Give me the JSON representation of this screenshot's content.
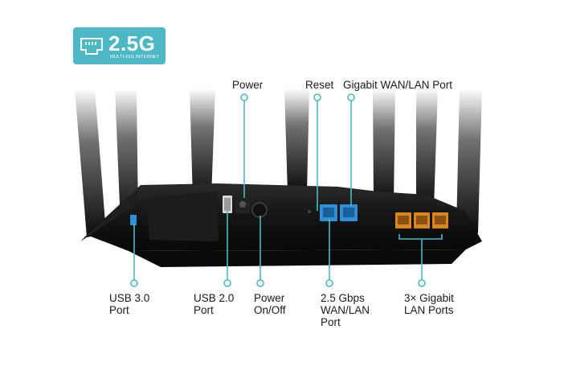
{
  "badge": {
    "title": "2.5G",
    "subtitle": "MULTI-GIG INTERNET",
    "icon": "ethernet-port-icon",
    "color": "#4cb8c6"
  },
  "top_labels": {
    "power": "Power",
    "reset": "Reset",
    "gigabit_wan_lan": "Gigabit WAN/LAN Port"
  },
  "bottom_labels": {
    "usb3": {
      "line1": "USB 3.0",
      "line2": "Port"
    },
    "usb2": {
      "line1": "USB 2.0",
      "line2": "Port"
    },
    "power_onoff": {
      "line1": "Power",
      "line2": "On/Off"
    },
    "wan_lan_25": {
      "line1": "2.5 Gbps",
      "line2": "WAN/LAN",
      "line3": "Port"
    },
    "lan_ports": {
      "line1": "3× Gigabit",
      "line2": "LAN Ports"
    }
  },
  "colors": {
    "callout_teal": "#4cb8c6",
    "router_body": "#151515",
    "blue_port": "#2f8fd6",
    "orange_port": "#d8871f"
  }
}
